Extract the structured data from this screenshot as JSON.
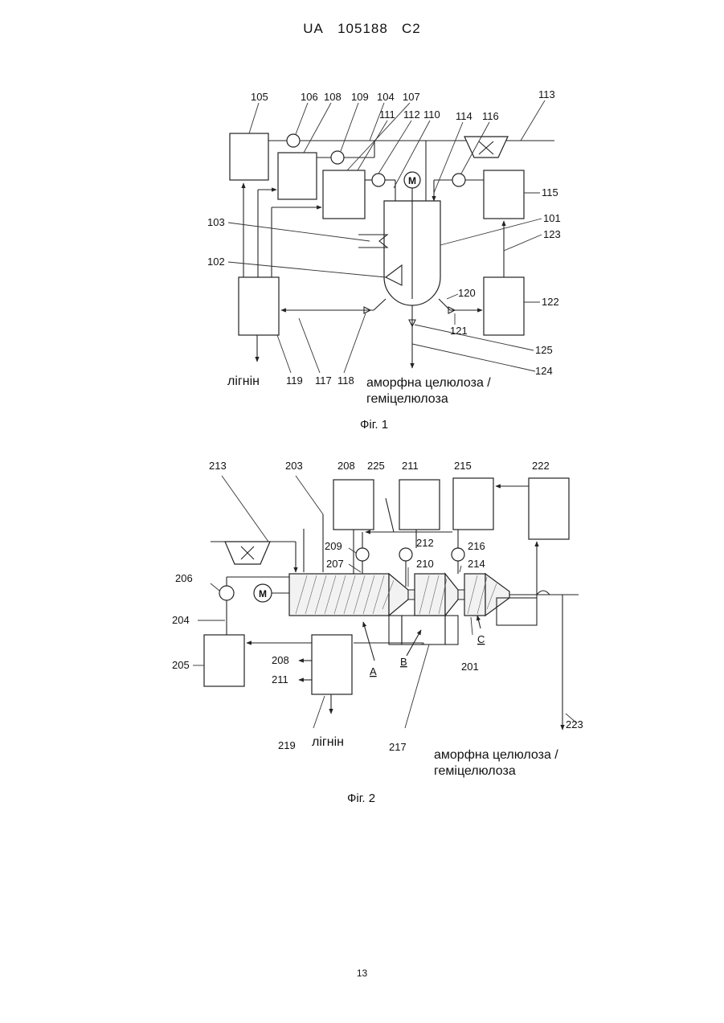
{
  "header": {
    "country": "UA",
    "number": "105188",
    "kind": "C2"
  },
  "figure1": {
    "caption": "Фіг. 1",
    "motor": "M",
    "output_left": "лігнін",
    "output_bottom_line1": "аморфна целюлоза /",
    "output_bottom_line2": "геміцелюлоза",
    "labels": [
      "105",
      "106",
      "108",
      "109",
      "104",
      "107",
      "111",
      "112",
      "110",
      "114",
      "116",
      "113",
      "115",
      "101",
      "123",
      "103",
      "102",
      "120",
      "122",
      "121",
      "125",
      "124",
      "119",
      "117",
      "118"
    ]
  },
  "figure2": {
    "caption": "Фіг. 2",
    "motor": "M",
    "output_left": "лігнін",
    "output_bottom_line1": "аморфна целюлоза /",
    "output_bottom_line2": "геміцелюлоза",
    "zones": [
      "A",
      "B",
      "C"
    ],
    "labels": [
      "213",
      "203",
      "208",
      "225",
      "211",
      "215",
      "222",
      "209",
      "212",
      "216",
      "207",
      "210",
      "214",
      "206",
      "204",
      "205",
      "208",
      "211",
      "201",
      "219",
      "217",
      "223"
    ]
  },
  "footer": {
    "page": "13"
  }
}
